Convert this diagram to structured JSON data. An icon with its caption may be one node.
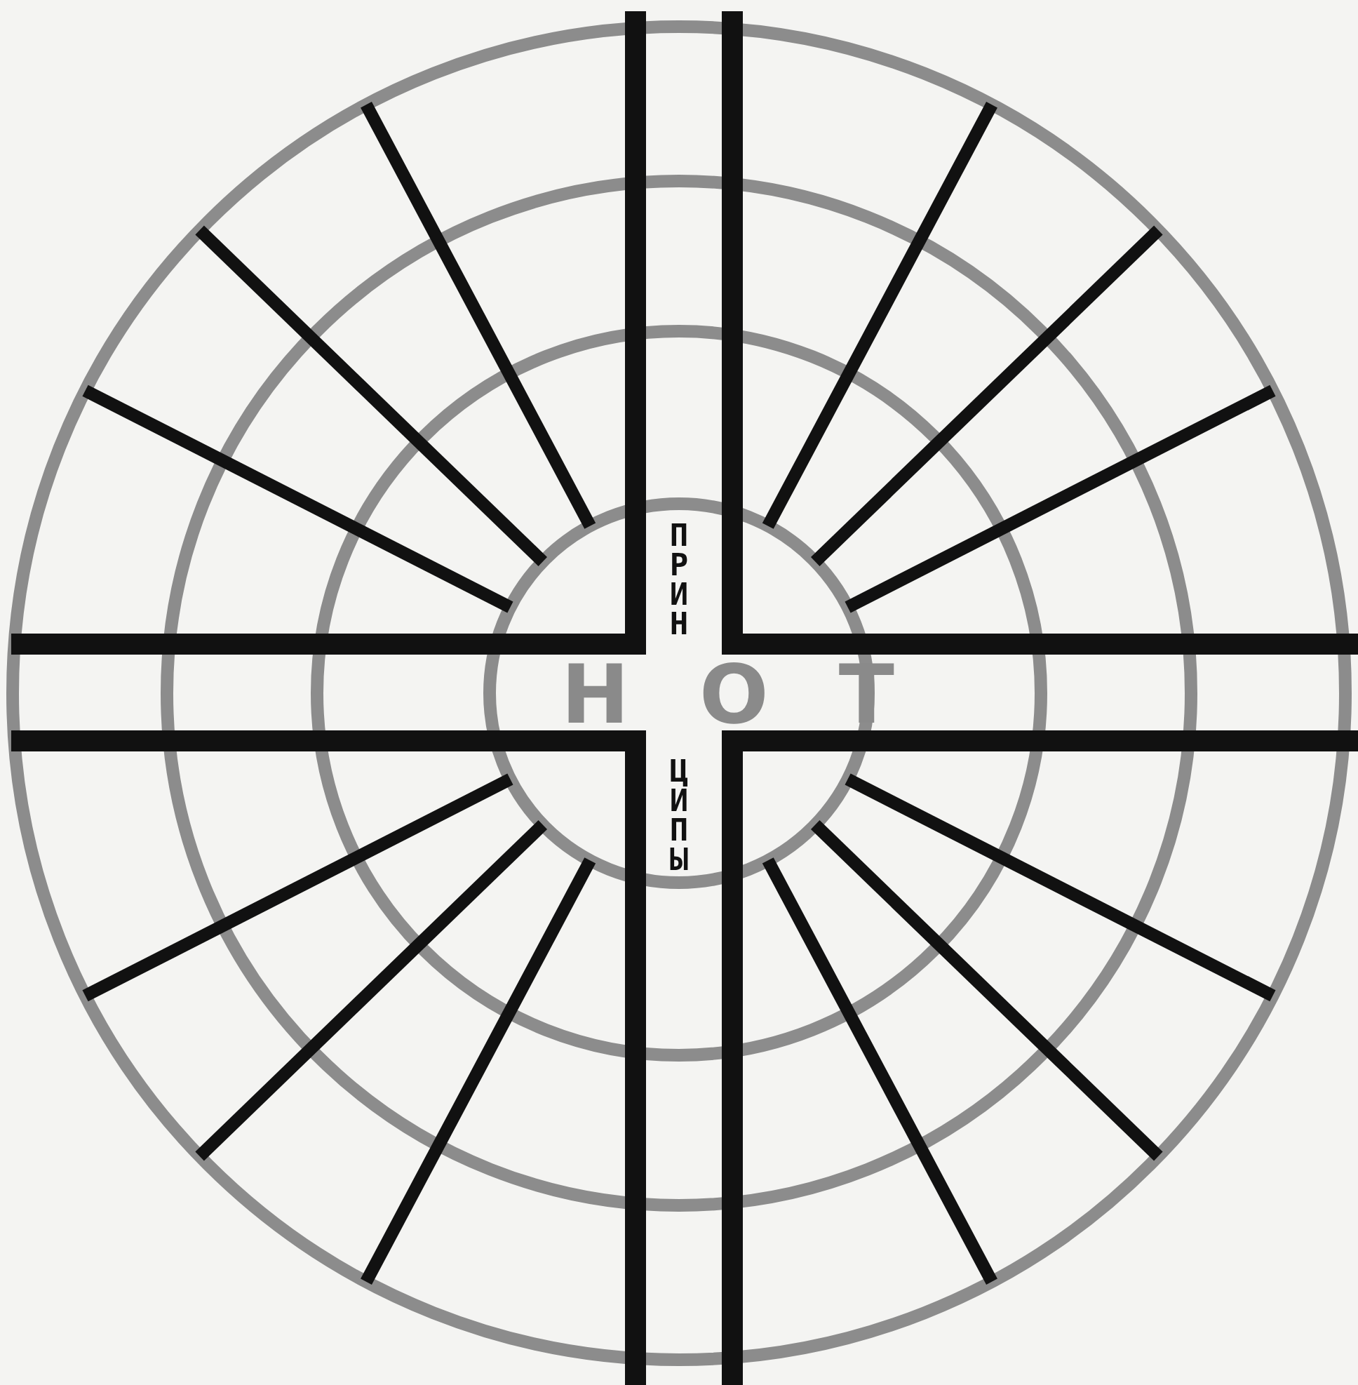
{
  "diagram": {
    "labels": [
      "ПРИН",
      "НОТ",
      "ЦИПЫ"
    ]
  }
}
